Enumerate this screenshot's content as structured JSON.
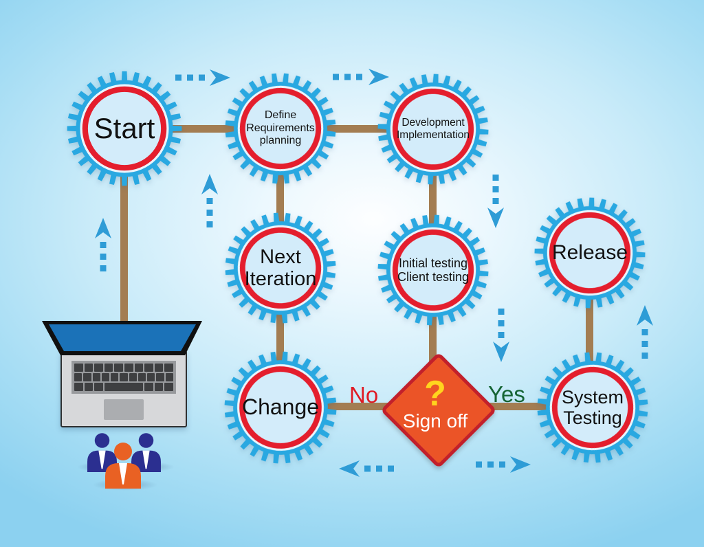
{
  "page": {
    "type": "flowchart",
    "subject": "Iterative software development process with gear-shaped steps"
  },
  "nodes": {
    "start": {
      "label": "Start"
    },
    "define_requirements": {
      "line1": "Define",
      "line2": "Requirements",
      "line3": "planning"
    },
    "development": {
      "line1": "Development",
      "line2": "Implementation"
    },
    "next_iteration": {
      "line1": "Next",
      "line2": "Iteration"
    },
    "initial_testing": {
      "line1": "Initial testing",
      "line2": "Client testing"
    },
    "release": {
      "label": "Release"
    },
    "change": {
      "label": "Change"
    },
    "system_testing": {
      "line1": "System",
      "line2": "Testing"
    }
  },
  "decision": {
    "label": "Sign off",
    "question_mark": "?"
  },
  "edges": {
    "yes_label": "Yes",
    "no_label": "No"
  },
  "icons": {
    "laptop": "laptop-top-view",
    "team": "three-people-figures"
  },
  "colors": {
    "gear_blue": "#29A8E1",
    "gear_inner_light": "#EAF5FC",
    "gear_center": "#D3ECFA",
    "ring_red": "#E41E2D",
    "connector_brown": "#A37D52",
    "arrow_blue": "#2E9CD6",
    "decision_fill": "#EB5427",
    "decision_border": "#C2202B",
    "question_yellow": "#FFD41E",
    "yes_green": "#156434",
    "no_red": "#E01B24",
    "bg_center": "#FDFEFF",
    "bg_edge": "#8CD1F0"
  }
}
